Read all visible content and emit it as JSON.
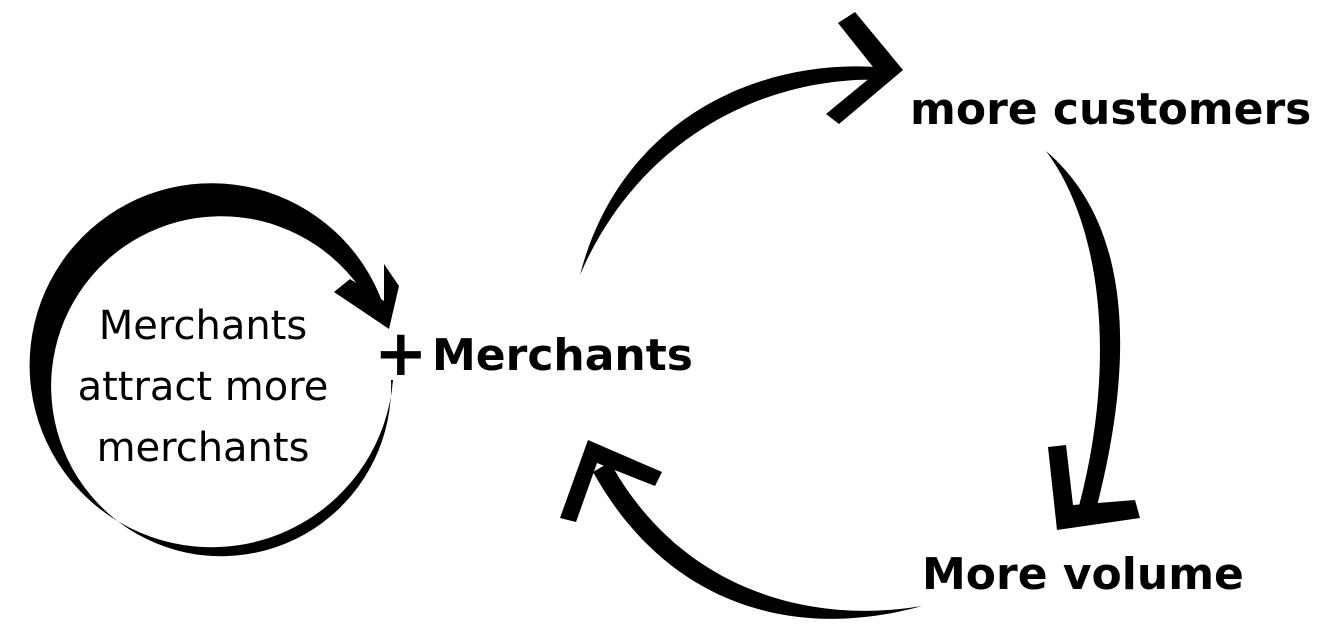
{
  "diagram": {
    "self_loop_text": [
      "Merchants",
      "attract more",
      "merchants"
    ],
    "plus_symbol": "+",
    "nodes": {
      "merchants": "Merchants",
      "customers": "more customers",
      "volume": "More volume"
    },
    "colors": {
      "ink": "#000000",
      "background": "#ffffff"
    }
  }
}
